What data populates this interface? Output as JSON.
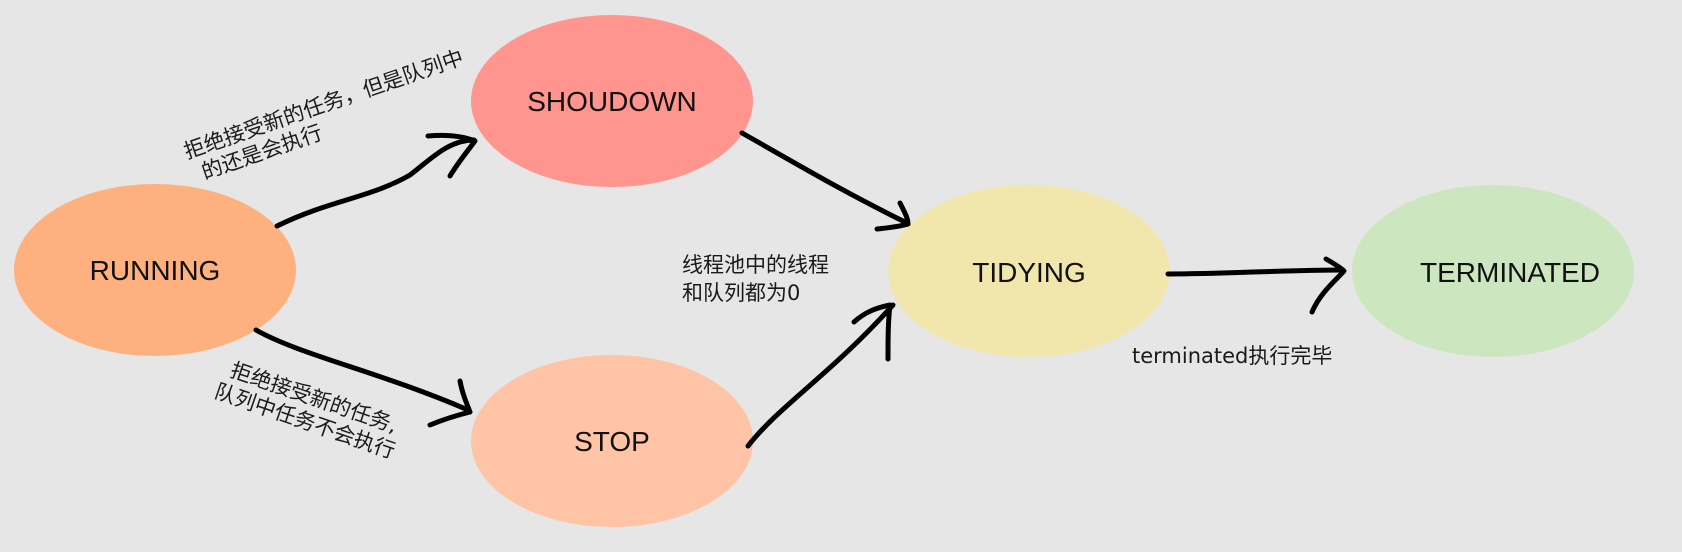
{
  "diagram": {
    "nodes": {
      "running": {
        "label": "RUNNING",
        "color": "#ffb07f"
      },
      "shoudown": {
        "label": "SHOUDOWN",
        "color": "#ff958e"
      },
      "stop": {
        "label": "STOP",
        "color": "#ffc3a6"
      },
      "tidying": {
        "label": "TIDYING",
        "color": "#f1e7ad"
      },
      "terminated": {
        "label": "TERMINATED",
        "color": "#cce7c0"
      }
    },
    "edges": {
      "running_to_shoudown": {
        "line1": "拒绝接受新的任务，但是队列中",
        "line2": "的还是会执行"
      },
      "running_to_stop": {
        "line1": "拒绝接受新的任务,",
        "line2": "队列中任务不会执行"
      },
      "to_tidying": {
        "line1": "线程池中的线程",
        "line2": "和队列都为0"
      },
      "tidying_to_terminated": {
        "line1": "terminated执行完毕"
      }
    }
  }
}
